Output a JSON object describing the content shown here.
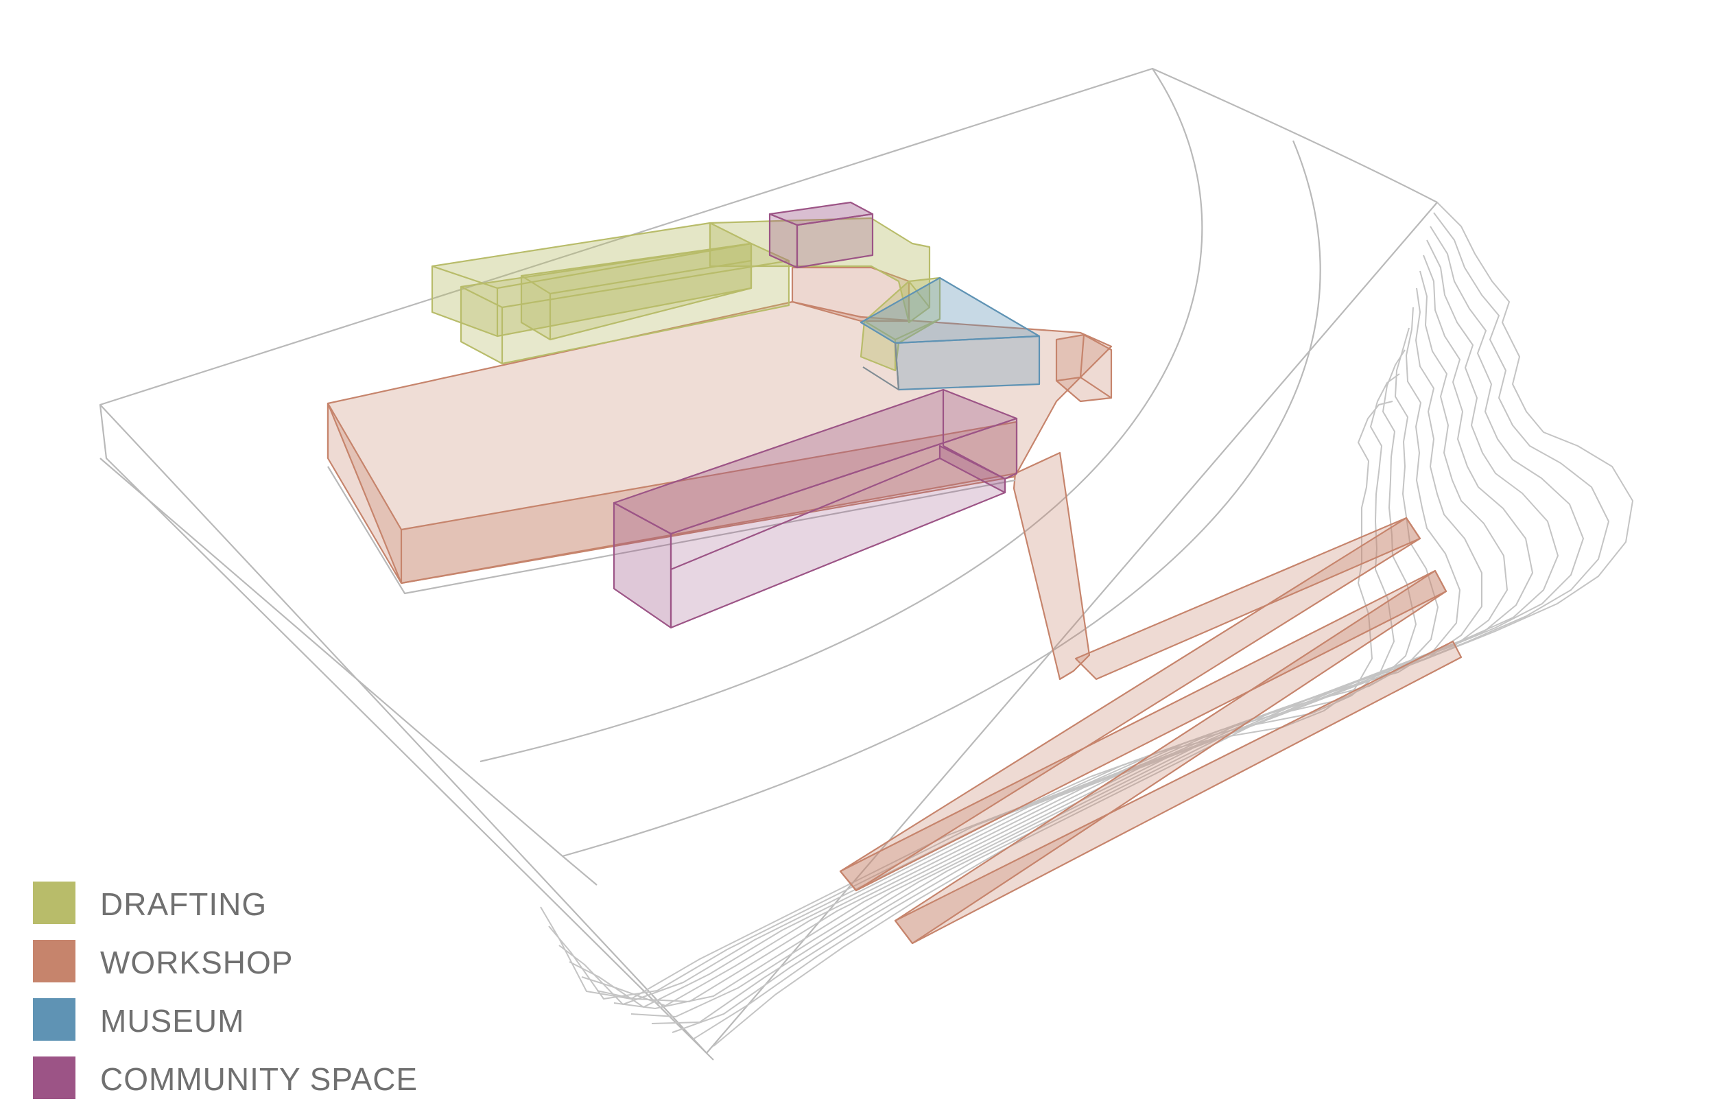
{
  "colors": {
    "drafting": "#b8bc6a",
    "workshop": "#c6846c",
    "museum": "#5f93b4",
    "community": "#9c5486",
    "site_line": "#b9b9b9"
  },
  "legend": {
    "items": [
      {
        "label": "DRAFTING",
        "color": "#b8bc6a"
      },
      {
        "label": "WORKSHOP",
        "color": "#c6846c"
      },
      {
        "label": "MUSEUM",
        "color": "#5f93b4"
      },
      {
        "label": "COMMUNITY SPACE",
        "color": "#9c5486"
      }
    ]
  }
}
